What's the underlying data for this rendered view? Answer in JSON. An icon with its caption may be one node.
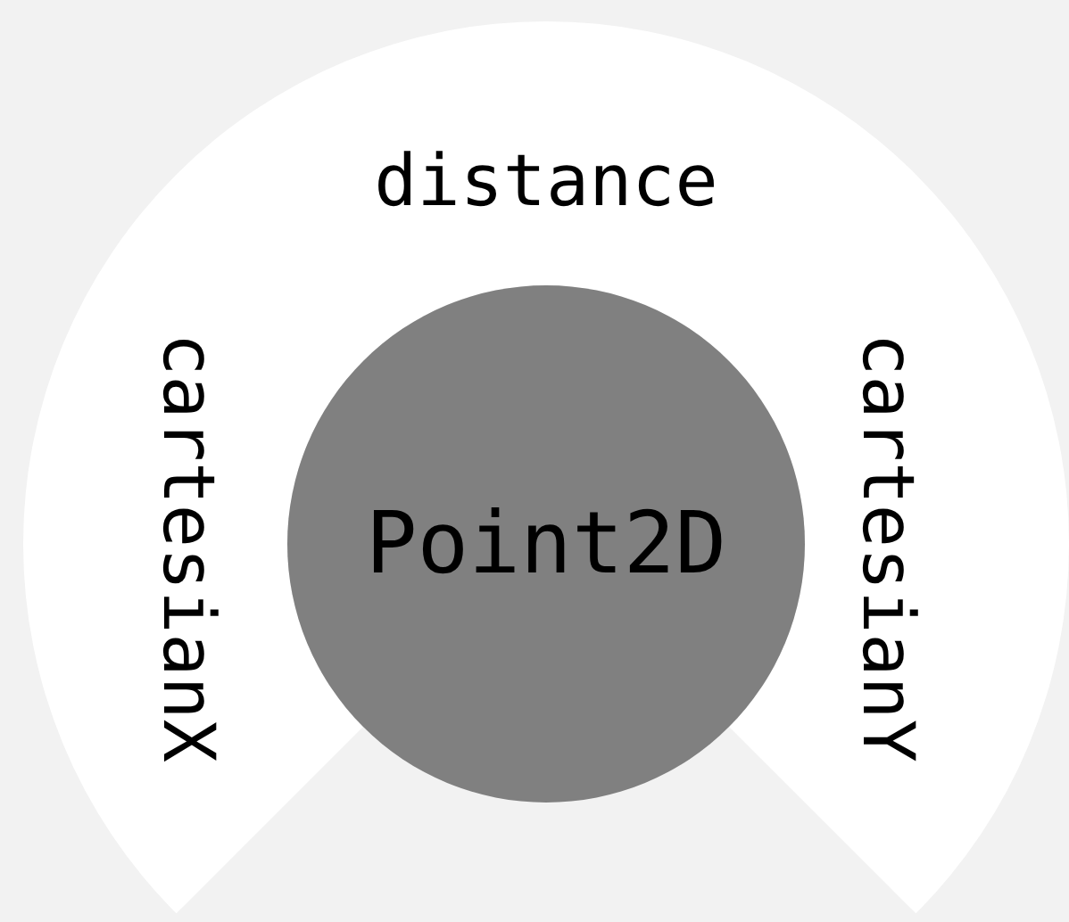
{
  "diagram": {
    "nodes": [
      {
        "text": [
          "distance",
          "cartesianX",
          "cartesianY"
        ]
      },
      {
        "text": [
          "Point2D"
        ],
        "in": 0
      }
    ]
  }
}
